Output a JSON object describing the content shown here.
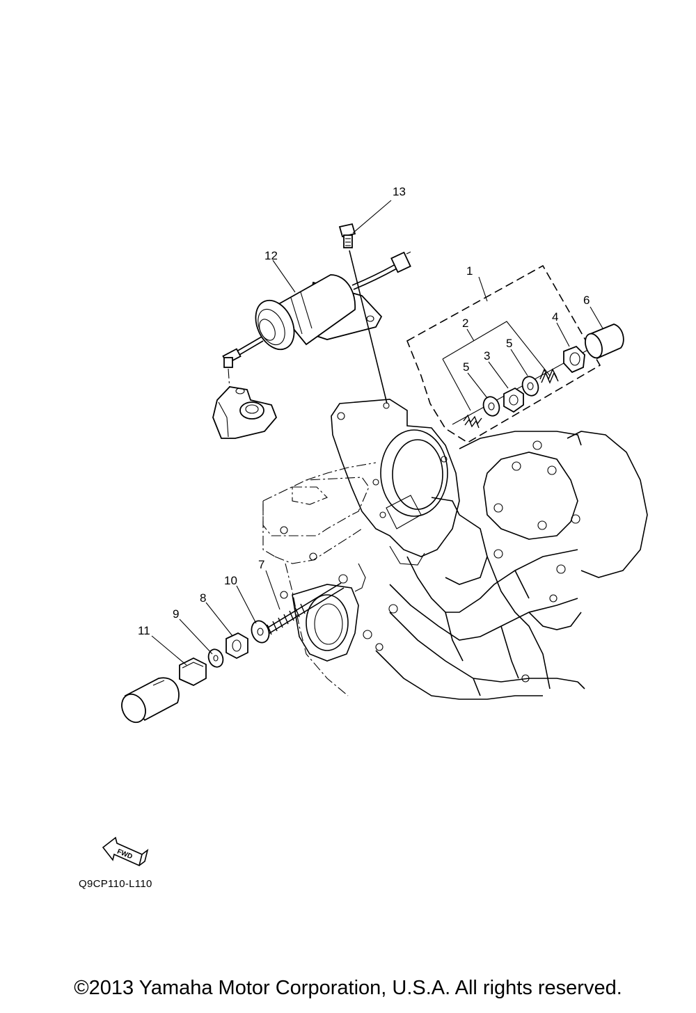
{
  "callouts": [
    {
      "id": "1",
      "label": "1"
    },
    {
      "id": "2",
      "label": "2"
    },
    {
      "id": "3",
      "label": "3"
    },
    {
      "id": "4",
      "label": "4"
    },
    {
      "id": "5a",
      "label": "5"
    },
    {
      "id": "5b",
      "label": "5"
    },
    {
      "id": "6",
      "label": "6"
    },
    {
      "id": "7",
      "label": "7"
    },
    {
      "id": "8",
      "label": "8"
    },
    {
      "id": "9",
      "label": "9"
    },
    {
      "id": "10",
      "label": "10"
    },
    {
      "id": "11",
      "label": "11"
    },
    {
      "id": "12",
      "label": "12"
    },
    {
      "id": "13",
      "label": "13"
    }
  ],
  "fwd_label": "FWD",
  "drawing_id": "Q9CP110-L110",
  "copyright": "©2013 Yamaha Motor Corporation, U.S.A. All rights reserved."
}
